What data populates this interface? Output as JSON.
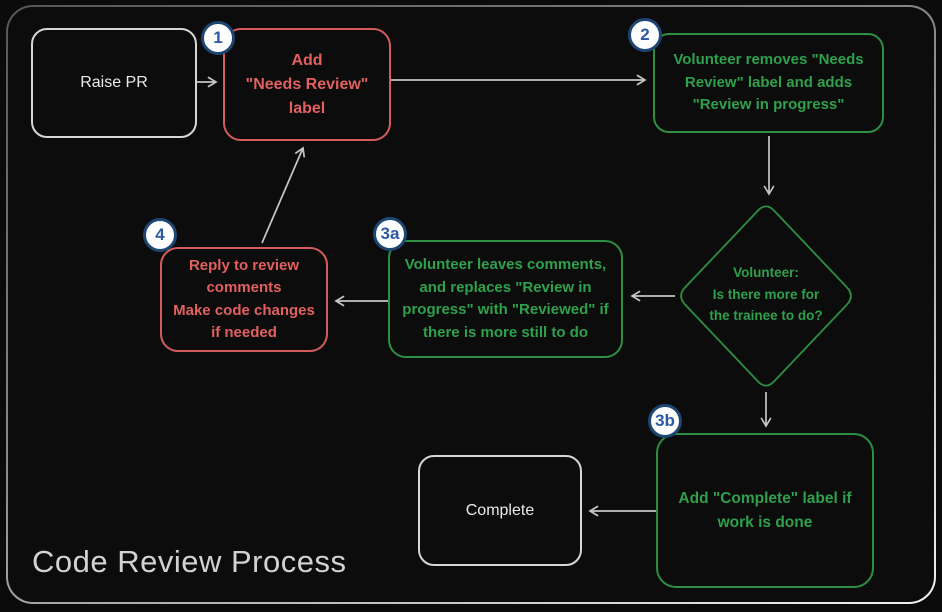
{
  "title": "Code Review Process",
  "nodes": {
    "raise_pr": {
      "label": "Raise PR"
    },
    "add_needs_review": {
      "badge": "1",
      "label": "Add\n\"Needs Review\"\nlabel"
    },
    "volunteer_removes": {
      "badge": "2",
      "label": "Volunteer removes \"Needs\nReview\" label and adds\n\"Review in progress\""
    },
    "decision": {
      "label": "Volunteer:\nIs there more for\nthe trainee to do?"
    },
    "leaves_comments": {
      "badge": "3a",
      "label": "Volunteer leaves comments,\nand replaces \"Review in\nprogress\" with \"Reviewed\" if\nthere is more still to do"
    },
    "reply_comments": {
      "badge": "4",
      "label": "Reply to review\ncomments\nMake code changes\nif needed"
    },
    "add_complete": {
      "badge": "3b",
      "label": "Add \"Complete\" label if\nwork is done"
    },
    "complete": {
      "label": "Complete"
    }
  },
  "colors": {
    "background": "#0b0b0b",
    "frame_border_top": "#565656",
    "frame_border_bottom": "#f2f2f2",
    "red_node": "#e26060",
    "red_border": "#d45c5c",
    "green_node": "#2fa04b",
    "green_border": "#2c8f42",
    "white_node": "#eaeaea",
    "arrow": "#c6c6c6",
    "badge_fill": "#fdfdfd",
    "badge_border": "#1d4673",
    "badge_text": "#2b5aa5",
    "title_text": "#d2d2d2"
  }
}
